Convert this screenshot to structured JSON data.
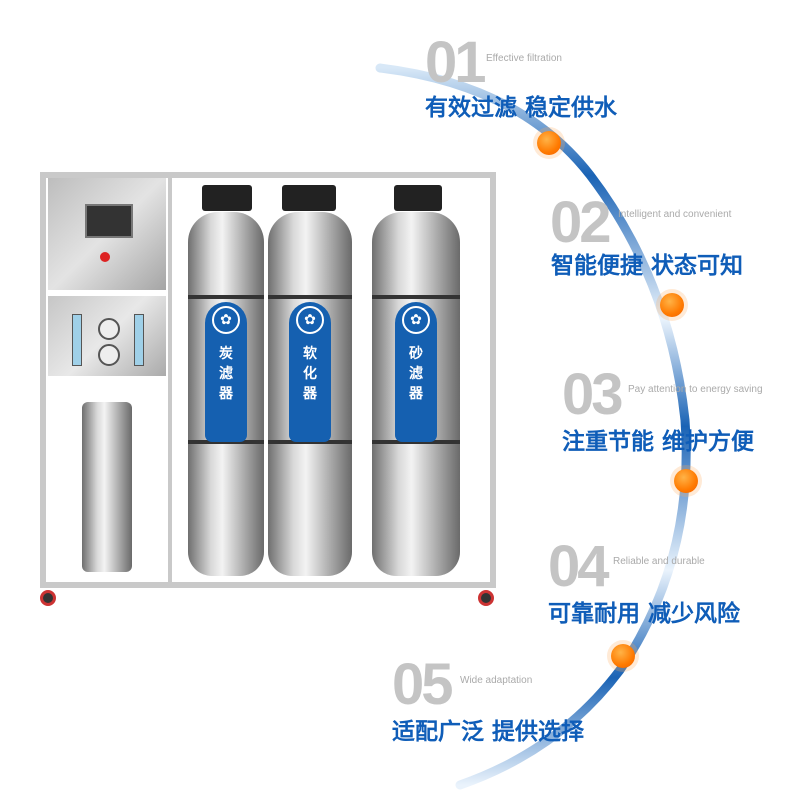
{
  "features": [
    {
      "number": "01",
      "english": "Effective filtration",
      "chinese": "有效过滤 稳定供水"
    },
    {
      "number": "02",
      "english": "Intelligent and convenient",
      "chinese": "智能便捷 状态可知"
    },
    {
      "number": "03",
      "english": "Pay attention to energy saving",
      "chinese": "注重节能 维护方便"
    },
    {
      "number": "04",
      "english": "Reliable and durable",
      "chinese": "可靠耐用 减少风险"
    },
    {
      "number": "05",
      "english": "Wide adaptation",
      "chinese": "适配广泛 提供选择"
    }
  ],
  "product": {
    "tanks": [
      {
        "label": "炭滤器"
      },
      {
        "label": "软化器"
      },
      {
        "label": "砂滤器"
      }
    ]
  },
  "colors": {
    "accent_blue": "#0f5db8",
    "dot_orange": "#ff7a00",
    "number_gray": "#c4c4c4"
  }
}
